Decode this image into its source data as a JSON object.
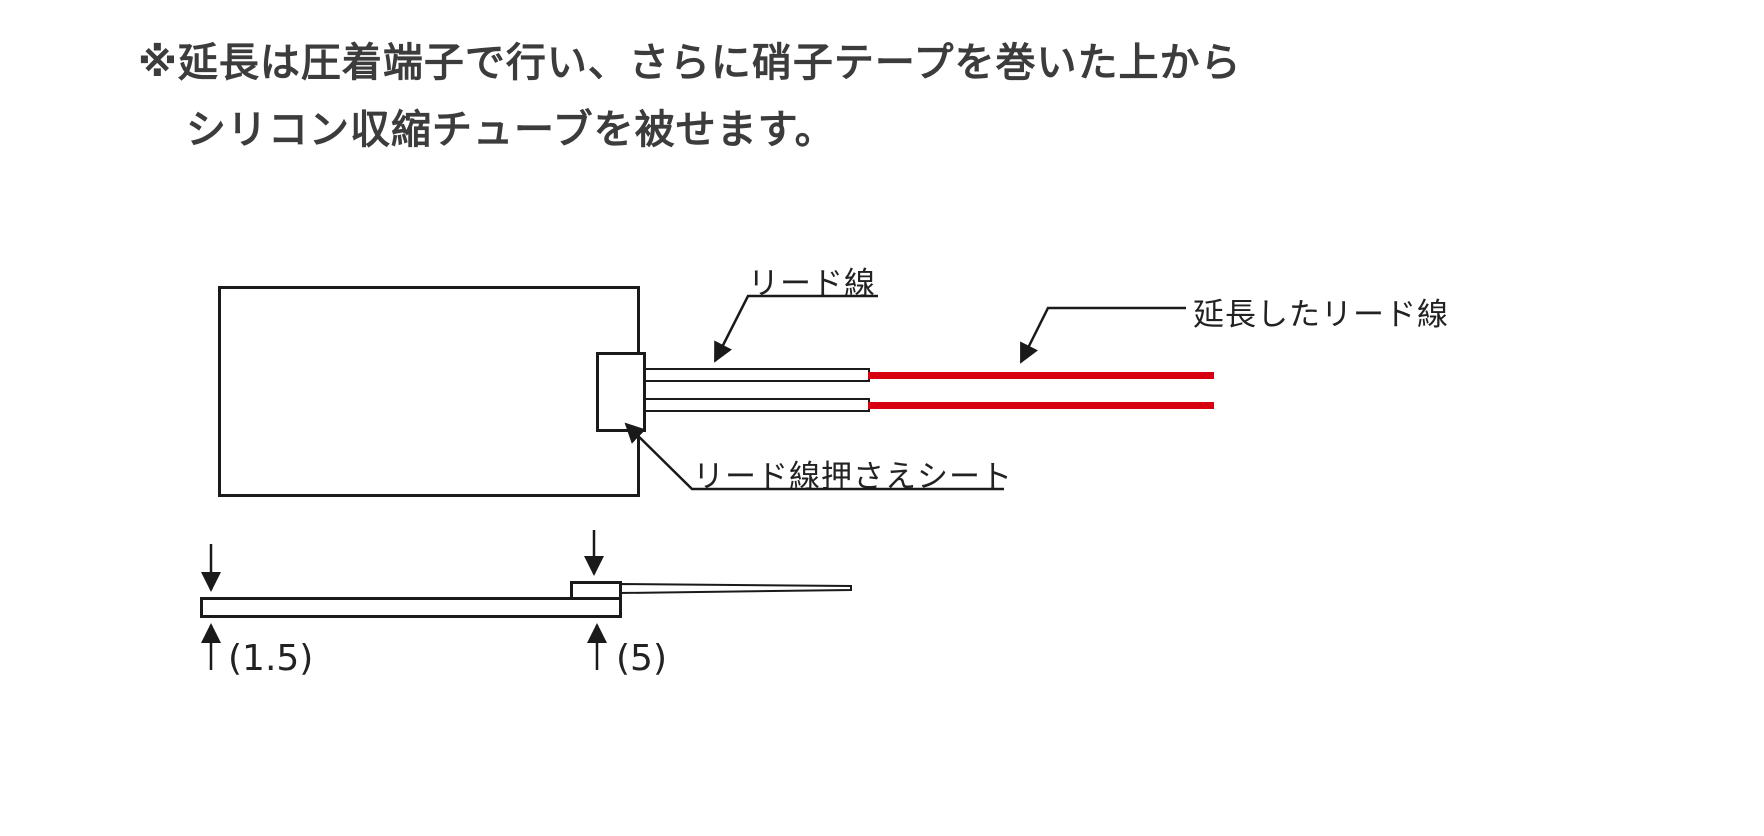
{
  "note": {
    "line1": "※延長は圧着端子で行い、さらに硝子テープを巻いた上から",
    "line2": "シリコン収縮チューブを被せます。"
  },
  "diagram": {
    "labels": {
      "lead_wire": "リード線",
      "extended_lead_wire": "延長したリード線",
      "lead_wire_press_sheet": "リード線押さえシート"
    },
    "dimensions": {
      "body_thickness": "(1.5)",
      "sheet_thickness": "(5)"
    },
    "colors": {
      "line": "#1a1a1a",
      "extended_wire_red": "#d7000f",
      "text": "#3c3c3c",
      "background": "#ffffff"
    }
  }
}
